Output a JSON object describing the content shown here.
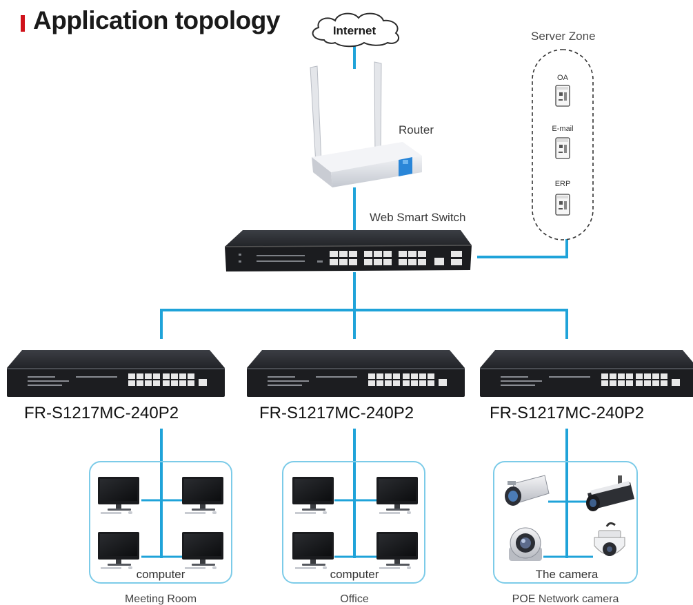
{
  "title": "Application topology",
  "colors": {
    "link": "#1fa3d9",
    "accent": "#d0121b",
    "switch_body": "#2b2d31",
    "group_border": "#7ccbe8"
  },
  "internet": {
    "label": "Internet",
    "icon": "cloud-icon"
  },
  "router": {
    "label": "Router",
    "icon": "router-icon"
  },
  "server_zone": {
    "label": "Server Zone",
    "servers": [
      {
        "label": "OA",
        "icon": "server-icon"
      },
      {
        "label": "E-mail",
        "icon": "server-icon"
      },
      {
        "label": "ERP",
        "icon": "server-icon"
      }
    ]
  },
  "core_switch": {
    "label": "Web Smart Switch",
    "icon": "switch-icon"
  },
  "access_switches": [
    {
      "model": "FR-S1217MC-240P2"
    },
    {
      "model": "FR-S1217MC-240P2"
    },
    {
      "model": "FR-S1217MC-240P2"
    }
  ],
  "groups": [
    {
      "device_label": "computer",
      "caption": "Meeting Room",
      "device_icon": "monitor-icon"
    },
    {
      "device_label": "computer",
      "caption": "Office",
      "device_icon": "monitor-icon"
    },
    {
      "device_label": "The camera",
      "caption": "POE Network camera",
      "device_icon": "camera-icon"
    }
  ]
}
